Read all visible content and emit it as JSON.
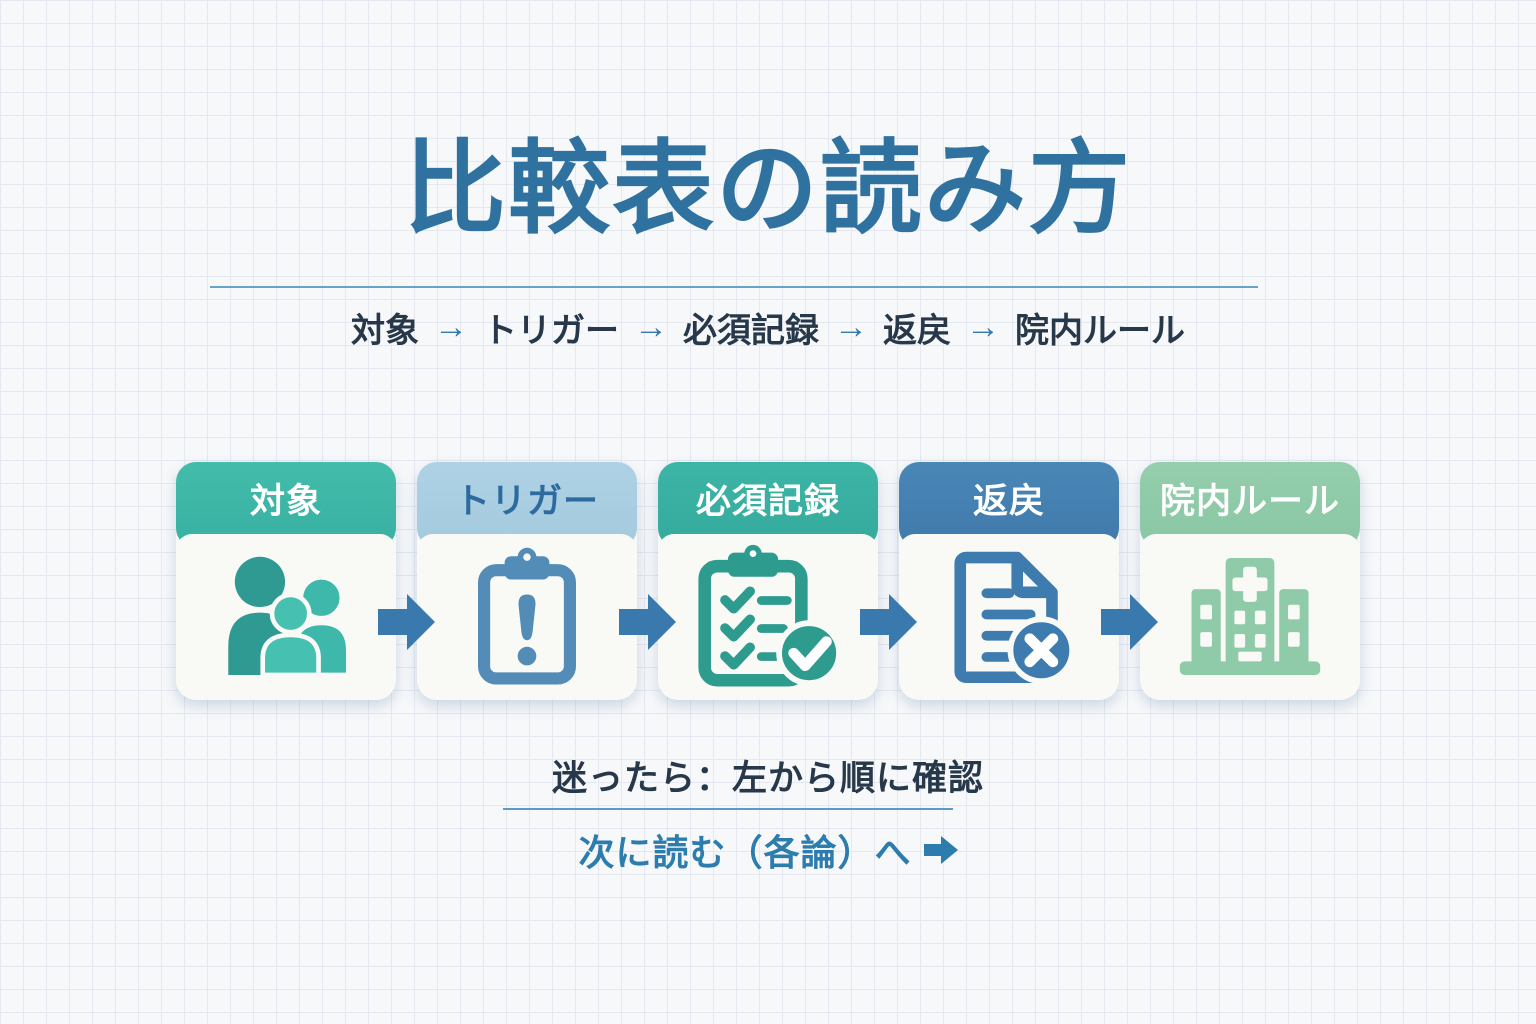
{
  "header": {
    "title": "比較表の読み方"
  },
  "flow": {
    "arrow": "→",
    "items": [
      "対象",
      "トリガー",
      "必須記録",
      "返戻",
      "院内ルール"
    ]
  },
  "cards": [
    {
      "label": "対象",
      "icon": "people-group-icon",
      "header_bg": "#3cb6a7",
      "header_text_color": "#ffffff"
    },
    {
      "label": "トリガー",
      "icon": "clipboard-alert-icon",
      "header_bg": "#a9cee3",
      "header_text_color": "#2d6b9e"
    },
    {
      "label": "必須記録",
      "icon": "checklist-clipboard-icon",
      "header_bg": "#38b2a3",
      "header_text_color": "#ffffff"
    },
    {
      "label": "返戻",
      "icon": "document-reject-icon",
      "header_bg": "#4381b2",
      "header_text_color": "#ffffff"
    },
    {
      "label": "院内ルール",
      "icon": "hospital-icon",
      "header_bg": "#90cba9",
      "header_text_color": "#ffffff"
    }
  ],
  "footer": {
    "hint": "迷ったら：左から順に確認",
    "next_label": "次に読む（各論）へ"
  },
  "colors": {
    "background": "#f7f8fa",
    "grid_line": "#e5e8f0",
    "title": "#30729f",
    "subtitle_text": "#26384a",
    "flow_arrow": "#3877aa",
    "step_arrow": "#3a79ae",
    "card_body": "#f9f9f6",
    "divider": "#5d9bc6",
    "link": "#2d7cae",
    "icon_people": "#2f9a91",
    "icon_clipboard_alert": "#548cb8",
    "icon_checklist": "#2e9b8f",
    "icon_document_reject": "#3e7bae",
    "icon_hospital": "#8fcba9"
  }
}
